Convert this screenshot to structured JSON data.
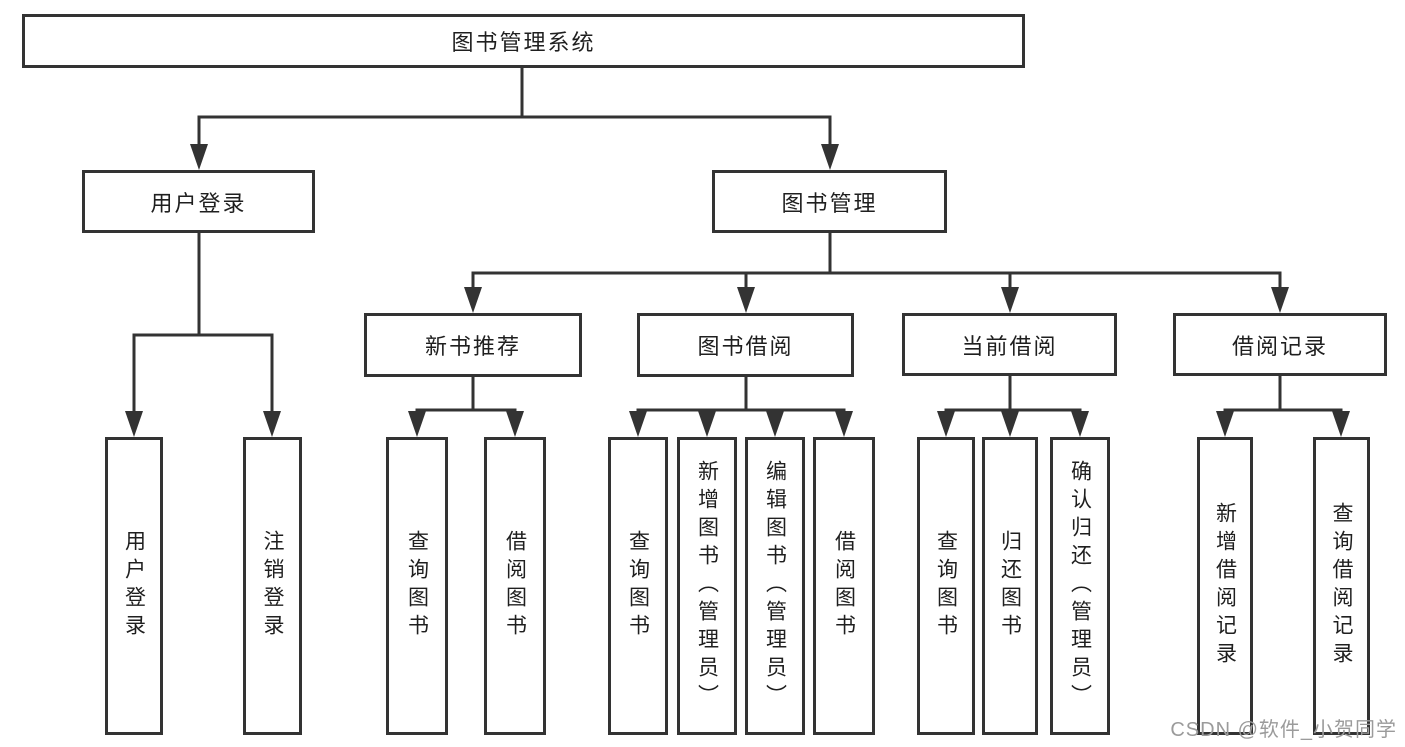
{
  "diagram": {
    "type": "hierarchy-tree",
    "watermark": "CSDN @软件_小贺同学",
    "colors": {
      "line": "#333333",
      "text": "#1f1f1f",
      "watermark": "#9b9b9b",
      "background": "#ffffff"
    },
    "nodes": {
      "root": "图书管理系统",
      "user_login": "用户登录",
      "book_mgmt": "图书管理",
      "new_book": "新书推荐",
      "book_borrow": "图书借阅",
      "current_borrow": "当前借阅",
      "borrow_record": "借阅记录",
      "login_leaf": "用户登录",
      "logout_leaf": "注销登录",
      "nb_query": "查询图书",
      "nb_borrow": "借阅图书",
      "bb_query": "查询图书",
      "bb_add": "新增图书（管理员）",
      "bb_edit": "编辑图书（管理员）",
      "bb_borrow": "借阅图书",
      "cb_query": "查询图书",
      "cb_return": "归还图书",
      "cb_confirm": "确认归还（管理员）",
      "br_add": "新增借阅记录",
      "br_query": "查询借阅记录"
    },
    "edges": [
      "图书管理系统 -> 用户登录",
      "图书管理系统 -> 图书管理",
      "用户登录 -> 用户登录(叶)",
      "用户登录 -> 注销登录",
      "图书管理 -> 新书推荐",
      "图书管理 -> 图书借阅",
      "图书管理 -> 当前借阅",
      "图书管理 -> 借阅记录",
      "新书推荐 -> 查询图书",
      "新书推荐 -> 借阅图书",
      "图书借阅 -> 查询图书",
      "图书借阅 -> 新增图书（管理员）",
      "图书借阅 -> 编辑图书（管理员）",
      "图书借阅 -> 借阅图书",
      "当前借阅 -> 查询图书",
      "当前借阅 -> 归还图书",
      "当前借阅 -> 确认归还（管理员）",
      "借阅记录 -> 新增借阅记录",
      "借阅记录 -> 查询借阅记录"
    ]
  }
}
